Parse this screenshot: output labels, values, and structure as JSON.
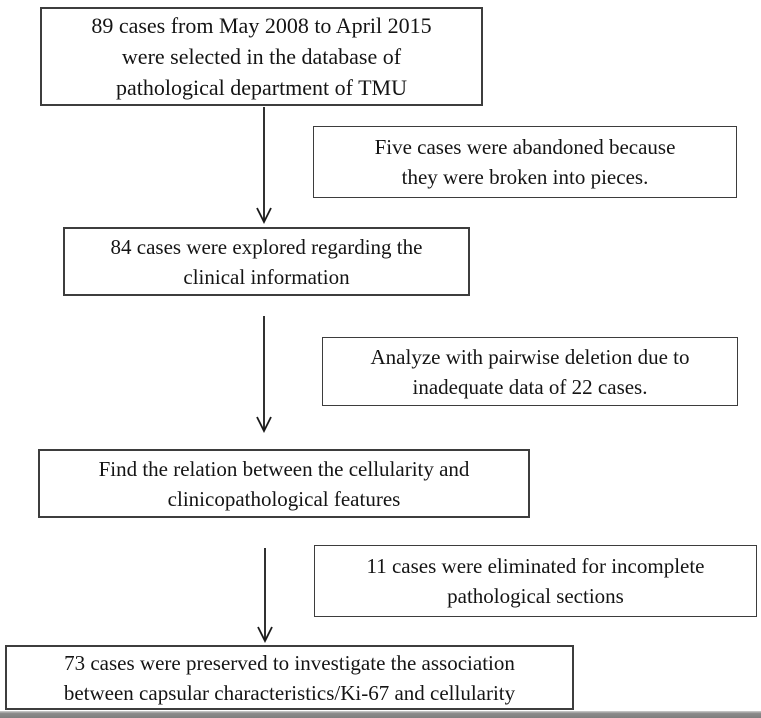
{
  "flow": {
    "main_boxes": [
      {
        "id": "cases-selected",
        "text": "89 cases from May 2008 to April 2015\nwere selected in the database of\npathological department of TMU"
      },
      {
        "id": "cases-explored",
        "text": "84 cases were explored regarding the\nclinical information"
      },
      {
        "id": "find-relation",
        "text": "Find the relation between the cellularity and\nclinicopathological features"
      },
      {
        "id": "cases-preserved",
        "text": "73 cases were preserved to investigate the association\nbetween capsular characteristics/Ki-67 and cellularity"
      }
    ],
    "side_boxes": [
      {
        "id": "cases-abandoned",
        "text": "Five cases were abandoned because\nthey were broken into pieces."
      },
      {
        "id": "pairwise-deletion",
        "text": "Analyze with pairwise deletion due to\ninadequate data of 22 cases."
      },
      {
        "id": "cases-eliminated",
        "text": "11 cases were eliminated  for incomplete\npathological sections"
      }
    ],
    "colors": {
      "box_border": "#3d3d3d",
      "text": "#141414",
      "background": "#ffffff",
      "bottom_bar": "#8a8a8a"
    }
  }
}
